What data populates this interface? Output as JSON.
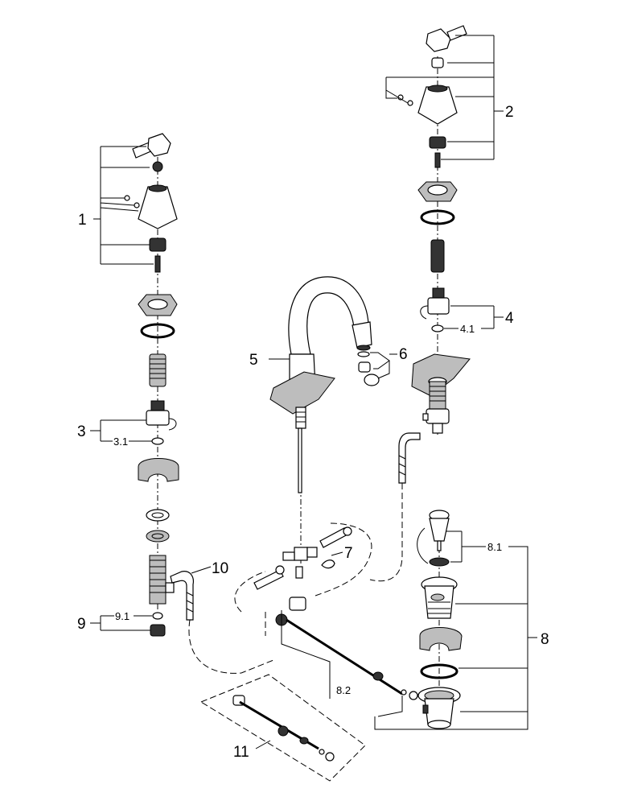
{
  "callouts": {
    "c1": "1",
    "c2": "2",
    "c3": "3",
    "c3_1": "3.1",
    "c4": "4",
    "c4_1": "4.1",
    "c5": "5",
    "c6": "6",
    "c7": "7",
    "c8": "8",
    "c8_1": "8.1",
    "c8_2": "8.2",
    "c9": "9",
    "c9_1": "9.1",
    "c10": "10",
    "c11": "11"
  },
  "colors": {
    "line": "#000000",
    "background": "#ffffff",
    "shade": "#bdbdbd",
    "dark": "#333333"
  }
}
